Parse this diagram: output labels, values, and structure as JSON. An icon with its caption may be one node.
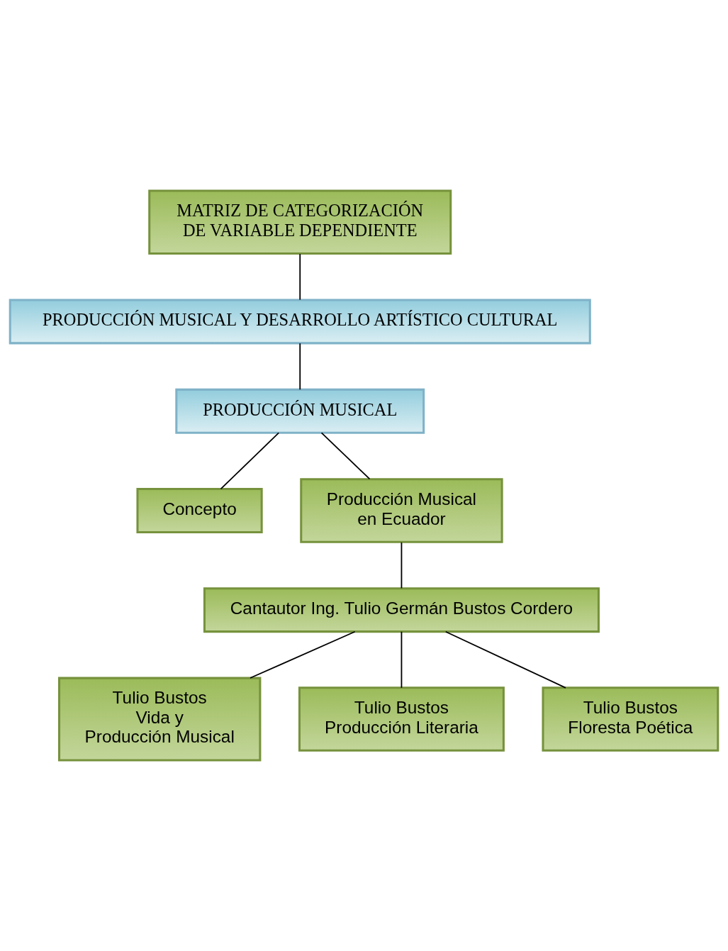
{
  "diagram": {
    "nodes": [
      {
        "text": [
          "MATRIZ DE CATEGORIZACIÓN DE VARIABLE DEPENDIENTE"
        ]
      },
      {
        "text": [
          "PRODUCCIÓN MUSICAL Y DESARROLLO ARTÍSTICO CULTURAL"
        ]
      },
      {
        "text": [
          "PRODUCCIÓN MUSICAL"
        ]
      },
      {
        "text": [
          "Concepto"
        ]
      },
      {
        "text": [
          "Producción Musical en Ecuador"
        ]
      },
      {
        "text": [
          "Cantautor Ing. Tulio Germán Bustos Cordero"
        ]
      },
      {
        "text": [
          "Tulio Bustos Vida y Producción Musical"
        ]
      },
      {
        "text": [
          "Tulio Bustos Producción Literaria"
        ]
      },
      {
        "text": [
          "Tulio Bustos Floresta Poética"
        ]
      }
    ],
    "edges": [
      {
        "from": 0,
        "to": 1,
        "arrow": "none"
      },
      {
        "from": 1,
        "to": 2,
        "arrow": "none"
      },
      {
        "from": 2,
        "to": 3,
        "arrow": "none"
      },
      {
        "from": 2,
        "to": 4,
        "arrow": "none"
      },
      {
        "from": 4,
        "to": 5,
        "arrow": "none"
      },
      {
        "from": 5,
        "to": 6,
        "arrow": "none"
      },
      {
        "from": 5,
        "to": 7,
        "arrow": "none"
      },
      {
        "from": 5,
        "to": 8,
        "arrow": "none"
      }
    ]
  }
}
